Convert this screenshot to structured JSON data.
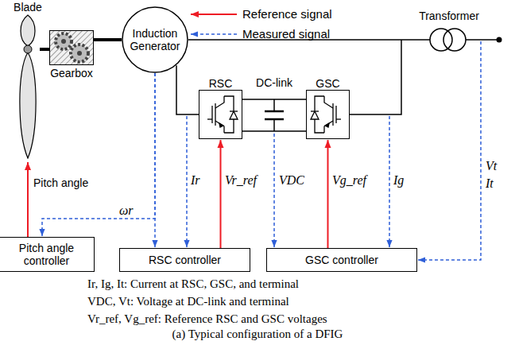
{
  "diagram": {
    "caption": "(a) Typical configuration of a DFIG",
    "nodes": [
      {
        "text": [
          "Blade"
        ]
      },
      {
        "text": [
          "Gearbox"
        ]
      },
      {
        "text": [
          "Induction Generator"
        ]
      },
      {
        "text": [
          "RSC"
        ]
      },
      {
        "text": [
          "GSC"
        ]
      },
      {
        "text": [
          "Pitch angle controller"
        ]
      },
      {
        "text": [
          "RSC controller"
        ]
      },
      {
        "text": [
          "GSC controller"
        ]
      }
    ],
    "edges": [
      {
        "from": 0,
        "to": 1,
        "arrow": "none"
      },
      {
        "from": 1,
        "to": 2,
        "arrow": "none"
      },
      {
        "from": 2,
        "to": 3,
        "arrow": "none"
      },
      {
        "from": 5,
        "to": 0,
        "arrow": "to",
        "label": "Pitch angle"
      },
      {
        "from": 2,
        "to": 5,
        "arrow": "to",
        "label": "ωr"
      },
      {
        "from": 2,
        "to": 6,
        "arrow": "to"
      },
      {
        "from": 6,
        "to": 3,
        "arrow": "to",
        "label": "Vr_ref"
      },
      {
        "from": 7,
        "to": 4,
        "arrow": "to",
        "label": "Vg_ref"
      }
    ],
    "labels": [
      "Transformer",
      "DC-link",
      "Ir",
      "VDC",
      "Ig",
      "Vt",
      "It",
      "Ir, Ig, It: Current at RSC, GSC, and terminal",
      "VDC, Vt: Voltage at DC-link and terminal",
      "Vr_ref, Vg_ref: Reference RSC and GSC voltages"
    ],
    "legend": [
      {
        "text": "Reference signal"
      },
      {
        "text": "Measured signal"
      }
    ]
  }
}
